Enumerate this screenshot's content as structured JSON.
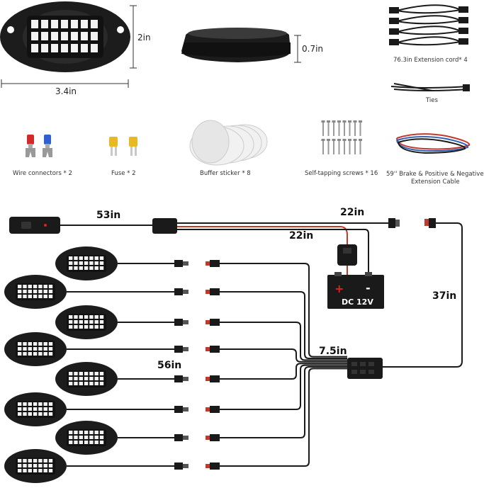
{
  "parts": {
    "pod_width": "3.4in",
    "pod_height": "2in",
    "base_height": "0.7in",
    "extension_cord": "76.3in Extension cord* 4",
    "ties": "Ties",
    "wire_connectors": "Wire connectors * 2",
    "fuse": "Fuse * 2",
    "buffer_sticker": "Buffer sticker * 8",
    "screws": "Self-tapping screws * 16",
    "brake_cable_line1": "59'' Brake & Positive & Negative",
    "brake_cable_line2": "Extension Cable"
  },
  "wiring": {
    "switch_to_box": "53in",
    "box_to_connector": "22in",
    "box_to_battery": "22in",
    "connector_to_hub": "37in",
    "hub_leads": "7.5in",
    "pod_leads": "56in",
    "battery_label": "DC 12V",
    "battery_plus": "+",
    "battery_minus": "-"
  },
  "colors": {
    "black": "#1a1a1a",
    "red_wire": "#c0392b",
    "blue_wire": "#2b5fb3",
    "fuse_yellow": "#e8b923",
    "red_terminal": "#d12a2a",
    "blue_terminal": "#2f5fd0",
    "pod_led": "#f2f2f2"
  }
}
